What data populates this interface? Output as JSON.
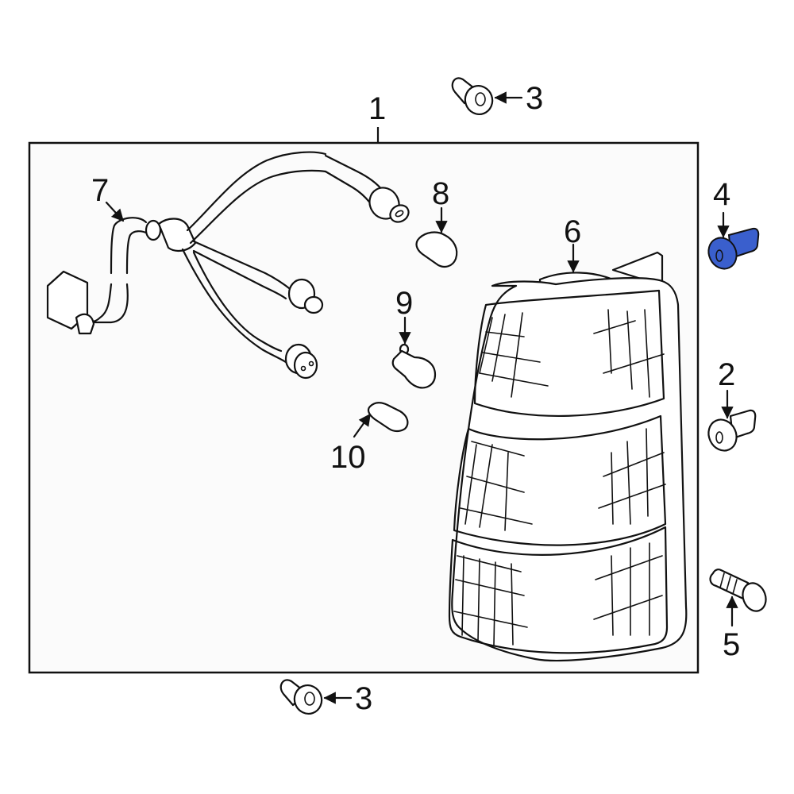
{
  "diagram": {
    "type": "exploded-parts-diagram",
    "subject": "Tail lamp assembly",
    "highlight_color": "#3a5fcd",
    "box_fill": "#fbfbfb",
    "callouts": [
      {
        "id": "1",
        "label": "1",
        "part": "tail-lamp-assembly"
      },
      {
        "id": "2",
        "label": "2",
        "part": "clip"
      },
      {
        "id": "3a",
        "label": "3",
        "part": "grommet-top"
      },
      {
        "id": "3b",
        "label": "3",
        "part": "grommet-bottom"
      },
      {
        "id": "4",
        "label": "4",
        "part": "clip-highlighted"
      },
      {
        "id": "5",
        "label": "5",
        "part": "bolt"
      },
      {
        "id": "6",
        "label": "6",
        "part": "lens-housing"
      },
      {
        "id": "7",
        "label": "7",
        "part": "wiring-harness-socket"
      },
      {
        "id": "8",
        "label": "8",
        "part": "bulb-wedge"
      },
      {
        "id": "9",
        "label": "9",
        "part": "bulb-bayonet"
      },
      {
        "id": "10",
        "label": "10",
        "part": "bulb-small-wedge"
      }
    ]
  }
}
